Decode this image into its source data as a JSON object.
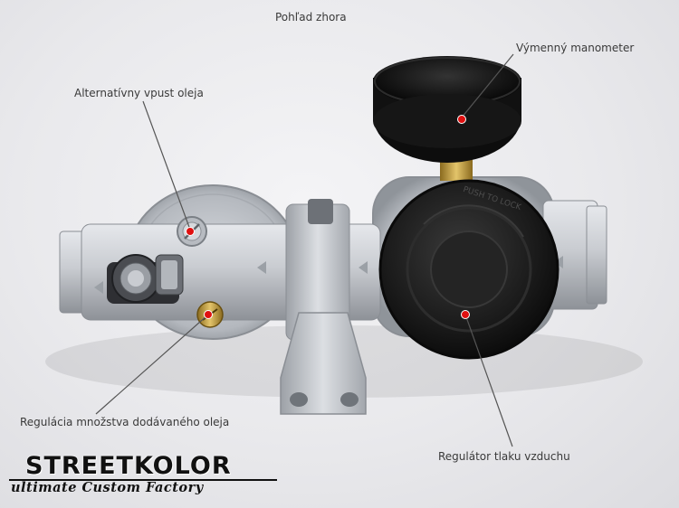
{
  "labels": {
    "title": "Pohľad zhora",
    "manometer": "Výmenný manometer",
    "vpust": "Alternatívny vpust oleja",
    "regulacia": "Regulácia množstva dodávaného oleja",
    "regulator": "Regulátor tlaku vzduchu"
  },
  "logo": {
    "main": "STREETKOLOR",
    "sub": "ultimate Custom Factory"
  },
  "knob_text": "PUSH TO LOCK",
  "colors": {
    "marker": "#e01010",
    "metal": "#c8cbd0",
    "knob": "#1c1c1c"
  }
}
